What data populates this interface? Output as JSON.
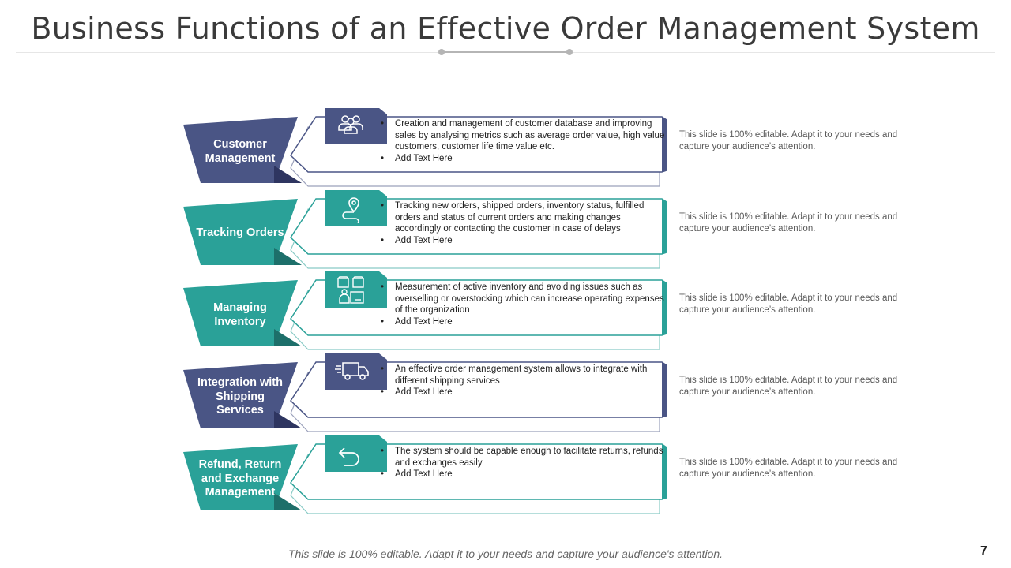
{
  "title": "Business Functions of an Effective Order Management System",
  "colors": {
    "navy": "#4a5585",
    "teal": "#2aa198",
    "navy_dark": "#2e3560",
    "teal_dark": "#1d6f6a"
  },
  "rows": [
    {
      "label": "Customer Management",
      "theme": "navy",
      "icon": "customers-icon",
      "bullets": [
        "Creation and management of customer database and improving sales by analysing metrics such as average order value, high value customers, customer life time value etc.",
        "Add Text Here"
      ],
      "note": "This slide is 100% editable. Adapt it to your needs and capture your audience’s attention."
    },
    {
      "label": "Tracking Orders",
      "theme": "teal",
      "icon": "location-route-icon",
      "bullets": [
        "Tracking new orders, shipped orders, inventory status, fulfilled orders and status of current orders and making changes accordingly or contacting the customer in case of delays",
        "Add Text Here"
      ],
      "note": "This slide is 100% editable. Adapt it to your needs and capture your audience’s attention."
    },
    {
      "label": "Managing Inventory",
      "theme": "teal",
      "icon": "inventory-boxes-icon",
      "bullets": [
        "Measurement of active inventory and avoiding issues such as overselling or overstocking which can increase operating expenses of the organization",
        "Add Text Here"
      ],
      "note": "This slide is 100% editable. Adapt it to your needs and capture your audience’s attention."
    },
    {
      "label": "Integration with Shipping Services",
      "theme": "navy",
      "icon": "delivery-truck-icon",
      "bullets": [
        "An effective order management system allows to integrate with different shipping services",
        "Add Text Here"
      ],
      "note": "This slide is 100% editable. Adapt it to your needs and capture your audience’s attention."
    },
    {
      "label": "Refund, Return and Exchange Management",
      "theme": "teal",
      "icon": "return-arrow-icon",
      "bullets": [
        "The system should be capable enough to facilitate returns, refunds and exchanges easily",
        "Add Text Here"
      ],
      "note": "This slide is 100% editable. Adapt it to your needs and capture your audience’s attention."
    }
  ],
  "footer": "This slide is 100% editable.  Adapt it to your needs and capture your audience's attention.",
  "page_number": "7"
}
